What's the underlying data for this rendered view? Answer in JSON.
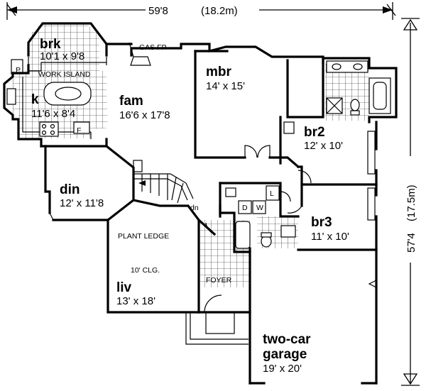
{
  "dimensions": {
    "width": "59'8",
    "width_metric": "(18.2m)",
    "depth": "57'4",
    "depth_metric": "(17.5m)"
  },
  "rooms": {
    "brk": {
      "name": "brk",
      "size": "10'1 x 9'8"
    },
    "k": {
      "name": "k",
      "size": "11'6 x 8'4"
    },
    "fam": {
      "name": "fam",
      "size": "16'6 x 17'8"
    },
    "mbr": {
      "name": "mbr",
      "size": "14' x 15'"
    },
    "br2": {
      "name": "br2",
      "size": "12' x 10'"
    },
    "br3": {
      "name": "br3",
      "size": "11' x 10'"
    },
    "din": {
      "name": "din",
      "size": "12' x 11'8"
    },
    "liv": {
      "name": "liv",
      "size": "13' x 18'"
    },
    "garage": {
      "name_line1": "two-car",
      "name_line2": "garage",
      "size": "19' x 20'"
    }
  },
  "labels": {
    "gas_fp": "GAS FP",
    "work_island": "WORK ISLAND",
    "pantry": "P",
    "fridge": "F",
    "dn": "dn",
    "plant_ledge": "PLANT LEDGE",
    "ceiling": "10' CLG.",
    "foyer": "FOYER",
    "linen": "L",
    "dryer": "D",
    "washer": "W"
  }
}
